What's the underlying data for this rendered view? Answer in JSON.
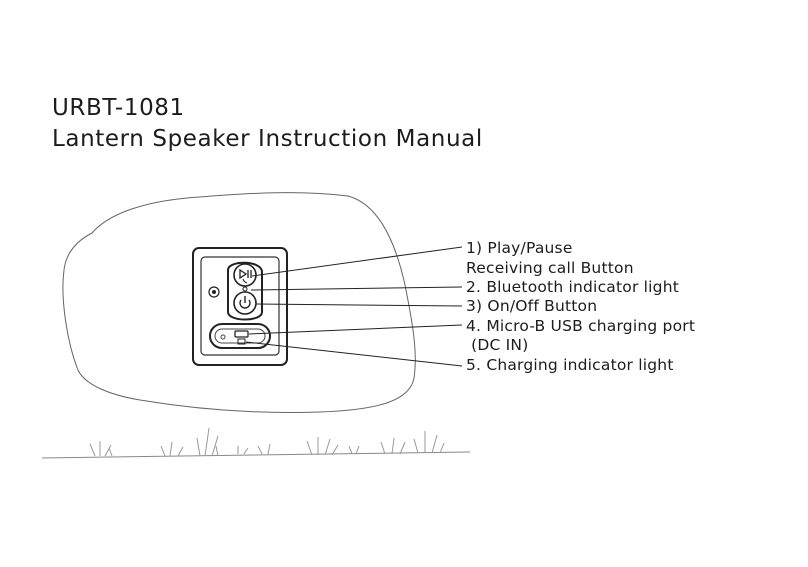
{
  "title": {
    "model": "URBT-1081",
    "subtitle": "Lantern Speaker Instruction Manual"
  },
  "callouts": [
    "1) Play/Pause",
    "Receiving call Button",
    "2. Bluetooth indicator light",
    "3) On/Off Button",
    "4. Micro-B USB charging port",
    " (DC IN)",
    "5. Charging indicator light"
  ]
}
